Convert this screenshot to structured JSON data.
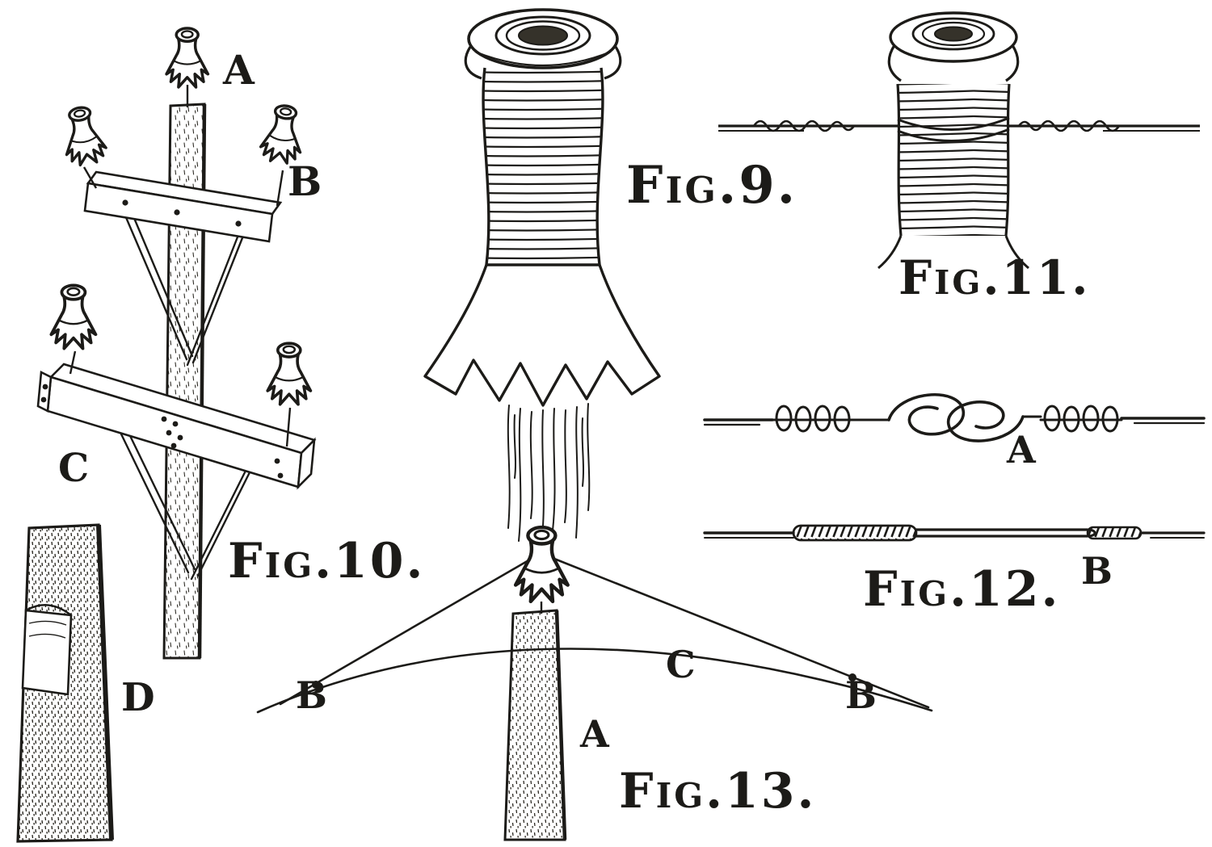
{
  "canvas": {
    "paper_color": "#ffffff",
    "ink_color": "#1c1b18"
  },
  "fig9": {
    "caption": "Fig.9."
  },
  "fig10": {
    "caption": "Fig.10.",
    "labels": {
      "a": "A",
      "b": "B",
      "c": "C",
      "d": "D"
    }
  },
  "fig11": {
    "caption": "Fig.11."
  },
  "fig12": {
    "caption": "Fig.12.",
    "labels": {
      "a": "A",
      "b": "B"
    }
  },
  "fig13": {
    "caption": "Fig.13.",
    "labels": {
      "a": "A",
      "b_left": "B",
      "b_right": "B",
      "c": "C"
    }
  }
}
